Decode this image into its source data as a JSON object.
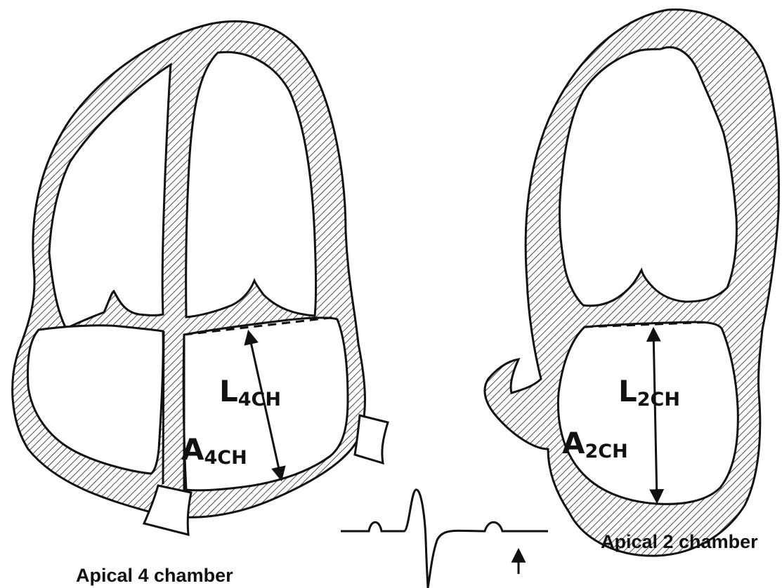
{
  "colors": {
    "line": "#111111",
    "wall_fill": "#ffffff",
    "hatch": "#222222"
  },
  "four_chamber": {
    "length_label": {
      "main": "L",
      "sub": "4CH"
    },
    "area_label": {
      "main": "A",
      "sub": "4CH"
    },
    "caption": "Apical 4 chamber"
  },
  "two_chamber": {
    "length_label": {
      "main": "L",
      "sub": "2CH"
    },
    "area_label": {
      "main": "A",
      "sub": "2CH"
    },
    "caption": "Apical 2 chamber"
  },
  "ecg": {
    "marker": "up-arrow-icon"
  }
}
